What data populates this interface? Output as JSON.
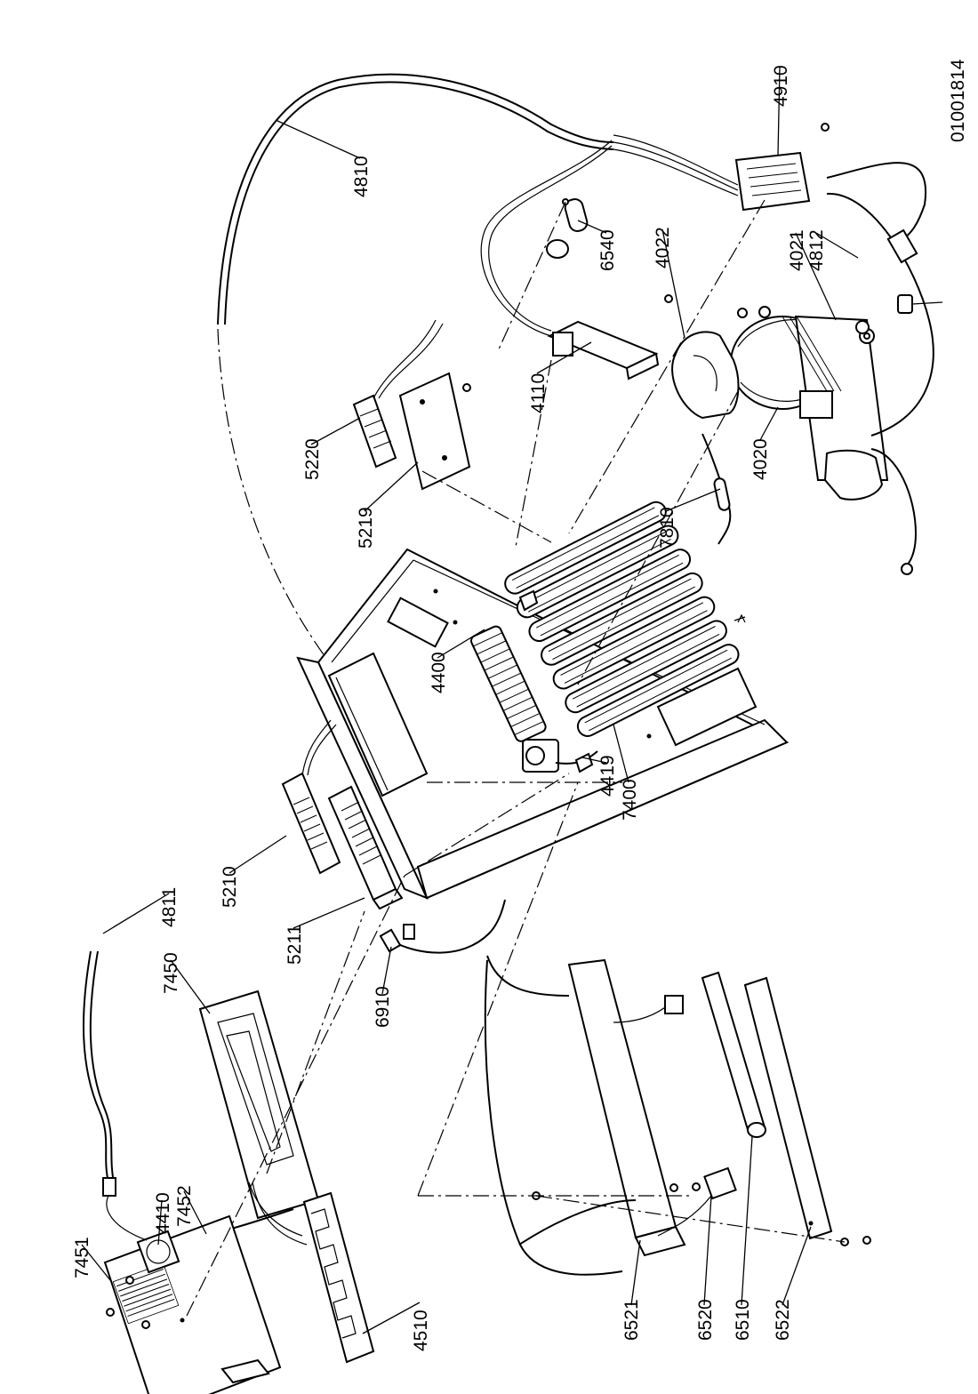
{
  "drawing_id": "01001814",
  "parts": [
    {
      "id": "p7451",
      "label": "7451"
    },
    {
      "id": "p4410",
      "label": "4410"
    },
    {
      "id": "p7452",
      "label": "7452"
    },
    {
      "id": "p4510",
      "label": "4510"
    },
    {
      "id": "p7450",
      "label": "7450"
    },
    {
      "id": "p4811",
      "label": "4811"
    },
    {
      "id": "p6910",
      "label": "6910"
    },
    {
      "id": "p5211",
      "label": "5211"
    },
    {
      "id": "p5210",
      "label": "5210"
    },
    {
      "id": "p4419",
      "label": "4419"
    },
    {
      "id": "p4400",
      "label": "4400"
    },
    {
      "id": "p7400",
      "label": "7400"
    },
    {
      "id": "p6521",
      "label": "6521"
    },
    {
      "id": "p6520",
      "label": "6520"
    },
    {
      "id": "p6510",
      "label": "6510"
    },
    {
      "id": "p6522",
      "label": "6522"
    },
    {
      "id": "p5219",
      "label": "5219"
    },
    {
      "id": "p5220",
      "label": "5220"
    },
    {
      "id": "p7810",
      "label": "7810"
    },
    {
      "id": "p4110",
      "label": "4110"
    },
    {
      "id": "p4020",
      "label": "4020"
    },
    {
      "id": "p4022",
      "label": "4022"
    },
    {
      "id": "p6540",
      "label": "6540"
    },
    {
      "id": "p4021",
      "label": "4021"
    },
    {
      "id": "p4812",
      "label": "4812"
    },
    {
      "id": "p4810",
      "label": "4810"
    },
    {
      "id": "p4910",
      "label": "4910"
    }
  ]
}
